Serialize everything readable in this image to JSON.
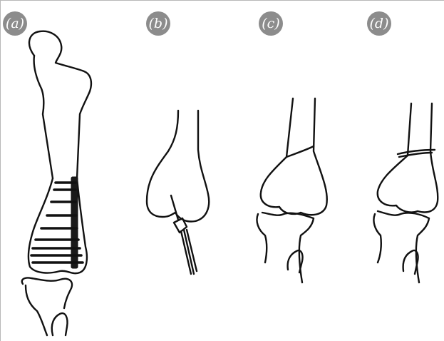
{
  "panels": [
    {
      "label": "(a)"
    },
    {
      "label": "(b)"
    },
    {
      "label": "(c)"
    },
    {
      "label": "(d)"
    }
  ],
  "colors": {
    "label_badge": "#8c8c8c",
    "label_text": "#ffffff",
    "ink": "#111111",
    "background": "#ffffff"
  }
}
